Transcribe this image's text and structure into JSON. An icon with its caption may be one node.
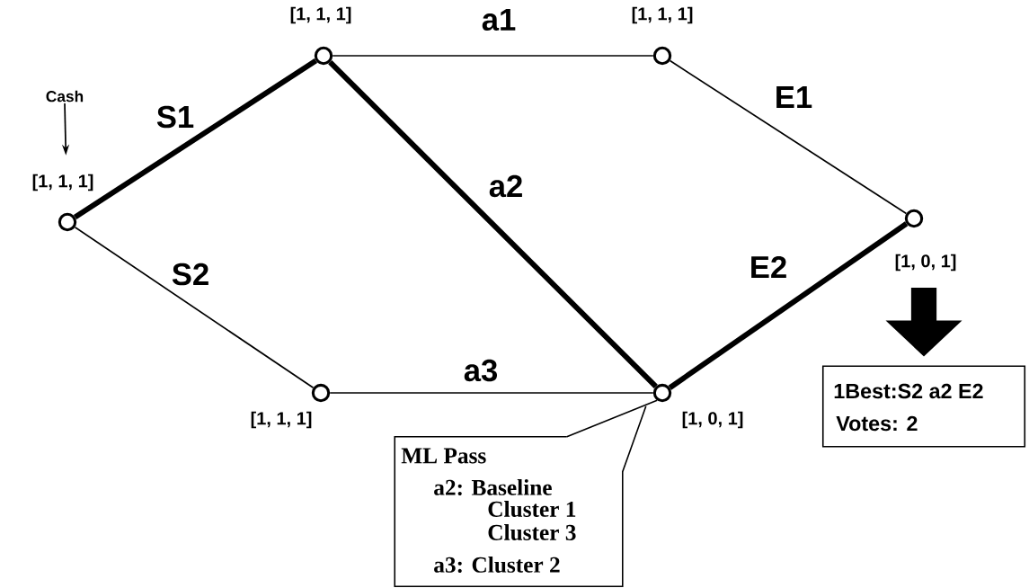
{
  "diagram": {
    "nodes": [
      {
        "text": [
          "Cash"
        ]
      },
      {
        "text": [],
        "shape": "circle",
        "beside": [
          "[1, 1, 1]"
        ]
      },
      {
        "text": [],
        "shape": "circle",
        "beside": [
          "[1, 1, 1]"
        ]
      },
      {
        "text": [],
        "shape": "circle",
        "beside": [
          "[1, 1, 1]"
        ]
      },
      {
        "text": [],
        "shape": "circle",
        "beside": [
          "[1, 0, 1]"
        ]
      },
      {
        "text": [],
        "shape": "circle",
        "beside": [
          "[1, 1, 1]"
        ]
      },
      {
        "text": [],
        "shape": "circle",
        "beside": [
          "[1, 0, 1]"
        ]
      },
      {
        "text": [
          "ML Pass",
          "a2: Baseline",
          "Cluster 1",
          "Cluster 3",
          "a3: Cluster 2"
        ]
      },
      {
        "text": [
          "1Best:S2 a2 E2",
          "Votes:  2"
        ]
      }
    ],
    "edges": [
      {
        "from": 0,
        "to": 1,
        "arrow": "to"
      },
      {
        "from": 1,
        "to": 2,
        "arrow": "none",
        "label": "S1",
        "style": "thick"
      },
      {
        "from": 1,
        "to": 5,
        "arrow": "none",
        "label": "S2"
      },
      {
        "from": 2,
        "to": 3,
        "arrow": "none",
        "label": "a1"
      },
      {
        "from": 2,
        "to": 6,
        "arrow": "none",
        "label": "a2",
        "style": "thick"
      },
      {
        "from": 3,
        "to": 4,
        "arrow": "none",
        "label": "E1"
      },
      {
        "from": 5,
        "to": 6,
        "arrow": "none",
        "label": "a3"
      },
      {
        "from": 6,
        "to": 4,
        "arrow": "none",
        "label": "E2",
        "style": "thick"
      },
      {
        "from": 7,
        "to": 6,
        "arrow": "none"
      },
      {
        "from": 4,
        "to": 8,
        "arrow": "to",
        "style": "thick"
      }
    ]
  }
}
